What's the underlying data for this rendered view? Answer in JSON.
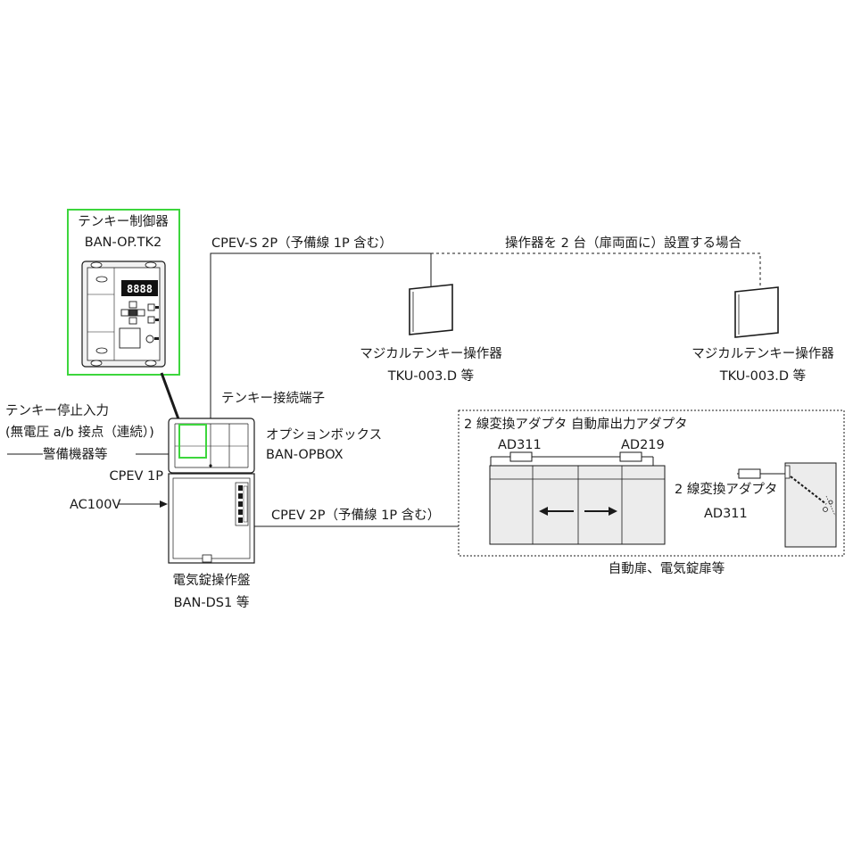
{
  "labels": {
    "tk_title": "テンキー制御器",
    "tk_model": "BAN-OP.TK2",
    "tk_display": "8888",
    "cable_top": "CPEV-S 2P（予備線 1P 含む）",
    "dual_note": "操作器を 2 台（扉両面に）設置する場合",
    "kp1_name": "マジカルテンキー操作器",
    "kp1_model": "TKU-003.D 等",
    "kp2_name": "マジカルテンキー操作器",
    "kp2_model": "TKU-003.D 等",
    "terminal": "テンキー接続端子",
    "stop_input_1": "テンキー停止入力",
    "stop_input_2": "(無電圧 a/b 接点（連続）)",
    "alarm": "警備機器等",
    "cpev1p": "CPEV 1P",
    "ac100v": "AC100V",
    "optbox_name": "オプションボックス",
    "optbox_model": "BAN-OPBOX",
    "ds_name": "電気錠操作盤",
    "ds_model": "BAN-DS1 等",
    "cable_mid": "CPEV 2P（予備線 1P 含む）",
    "adapter_title": "2 線変換アダプタ 自動扉出力アダプタ",
    "ad311_left": "AD311",
    "ad219": "AD219",
    "adapter2_name": "2 線変換アダプタ",
    "adapter2_model": "AD311",
    "door_caption": "自動扉、電気錠扉等"
  },
  "colors": {
    "highlight": "#3dd63d",
    "line": "#1a1a1a",
    "device_fill": "#f2f2f2",
    "door_fill": "#ececec"
  },
  "icons": {
    "arrows": "door-slide-arrows-icon",
    "dpad": "dpad-icon"
  }
}
